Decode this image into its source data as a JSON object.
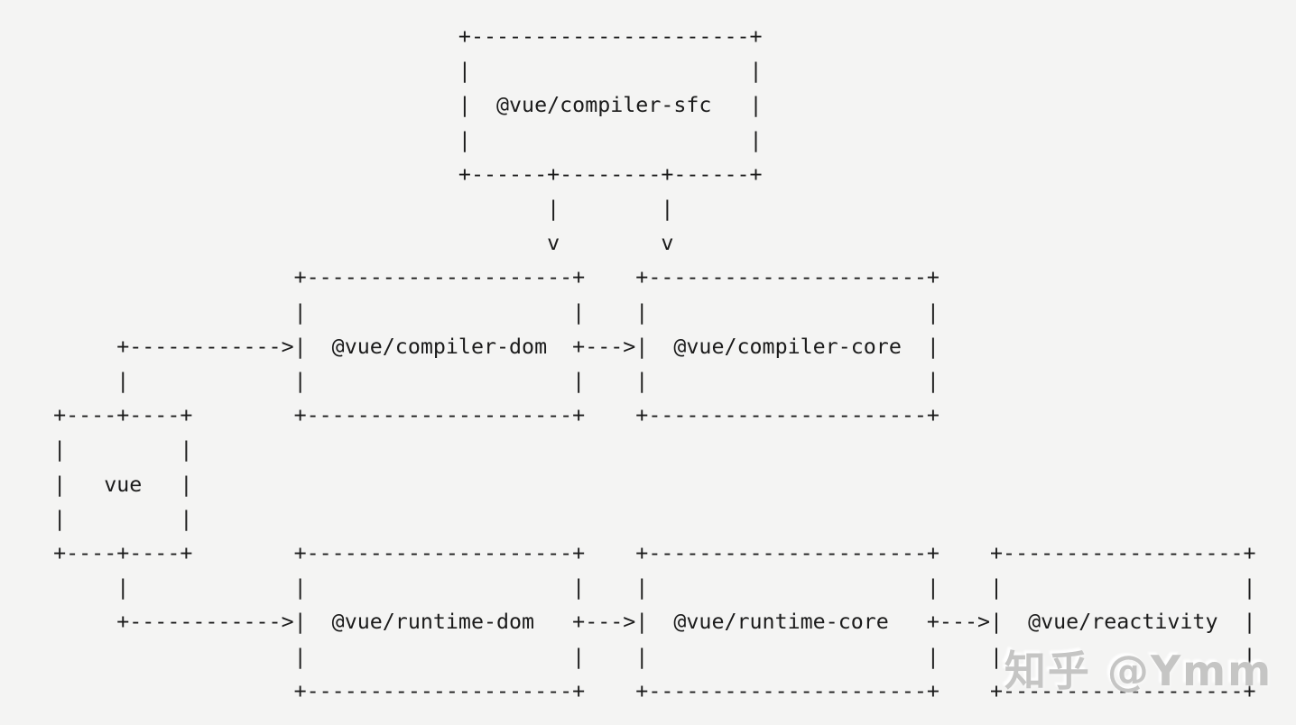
{
  "diagram": {
    "type": "ascii-dependency-graph",
    "nodes": [
      {
        "label": "@vue/compiler-sfc"
      },
      {
        "label": "@vue/compiler-dom"
      },
      {
        "label": "@vue/compiler-core"
      },
      {
        "label": "vue"
      },
      {
        "label": "@vue/runtime-dom"
      },
      {
        "label": "@vue/runtime-core"
      },
      {
        "label": "@vue/reactivity"
      }
    ],
    "edges": [
      {
        "from": "@vue/compiler-sfc",
        "to": "@vue/compiler-dom"
      },
      {
        "from": "@vue/compiler-sfc",
        "to": "@vue/compiler-core"
      },
      {
        "from": "@vue/compiler-dom",
        "to": "@vue/compiler-core"
      },
      {
        "from": "vue",
        "to": "@vue/compiler-dom"
      },
      {
        "from": "vue",
        "to": "@vue/runtime-dom"
      },
      {
        "from": "@vue/runtime-dom",
        "to": "@vue/runtime-core"
      },
      {
        "from": "@vue/runtime-core",
        "to": "@vue/reactivity"
      }
    ],
    "lines": [
      "                                    +----------------------+",
      "                                    |                      |",
      "                                    |  @vue/compiler-sfc   |",
      "                                    |                      |",
      "                                    +------+--------+------+",
      "                                           |        |",
      "                                           v        v",
      "                       +---------------------+    +----------------------+",
      "                       |                     |    |                      |",
      "         +------------>|  @vue/compiler-dom  +--->|  @vue/compiler-core  |",
      "         |             |                     |    |                      |",
      "    +----+----+        +---------------------+    +----------------------+",
      "    |         |",
      "    |   vue   |",
      "    |         |",
      "    +----+----+        +---------------------+    +----------------------+    +-------------------+",
      "         |             |                     |    |                      |    |                   |",
      "         +------------>|  @vue/runtime-dom   +--->|  @vue/runtime-core   +--->|  @vue/reactivity  |",
      "                       |                     |    |                      |    |                   |",
      "                       +---------------------+    +----------------------+    +-------------------+"
    ]
  },
  "watermark": {
    "text": "知乎 @Ymm"
  },
  "colors": {
    "background": "#f4f4f3",
    "text": "#1b1b1b",
    "watermark": "#c5c5c4"
  }
}
